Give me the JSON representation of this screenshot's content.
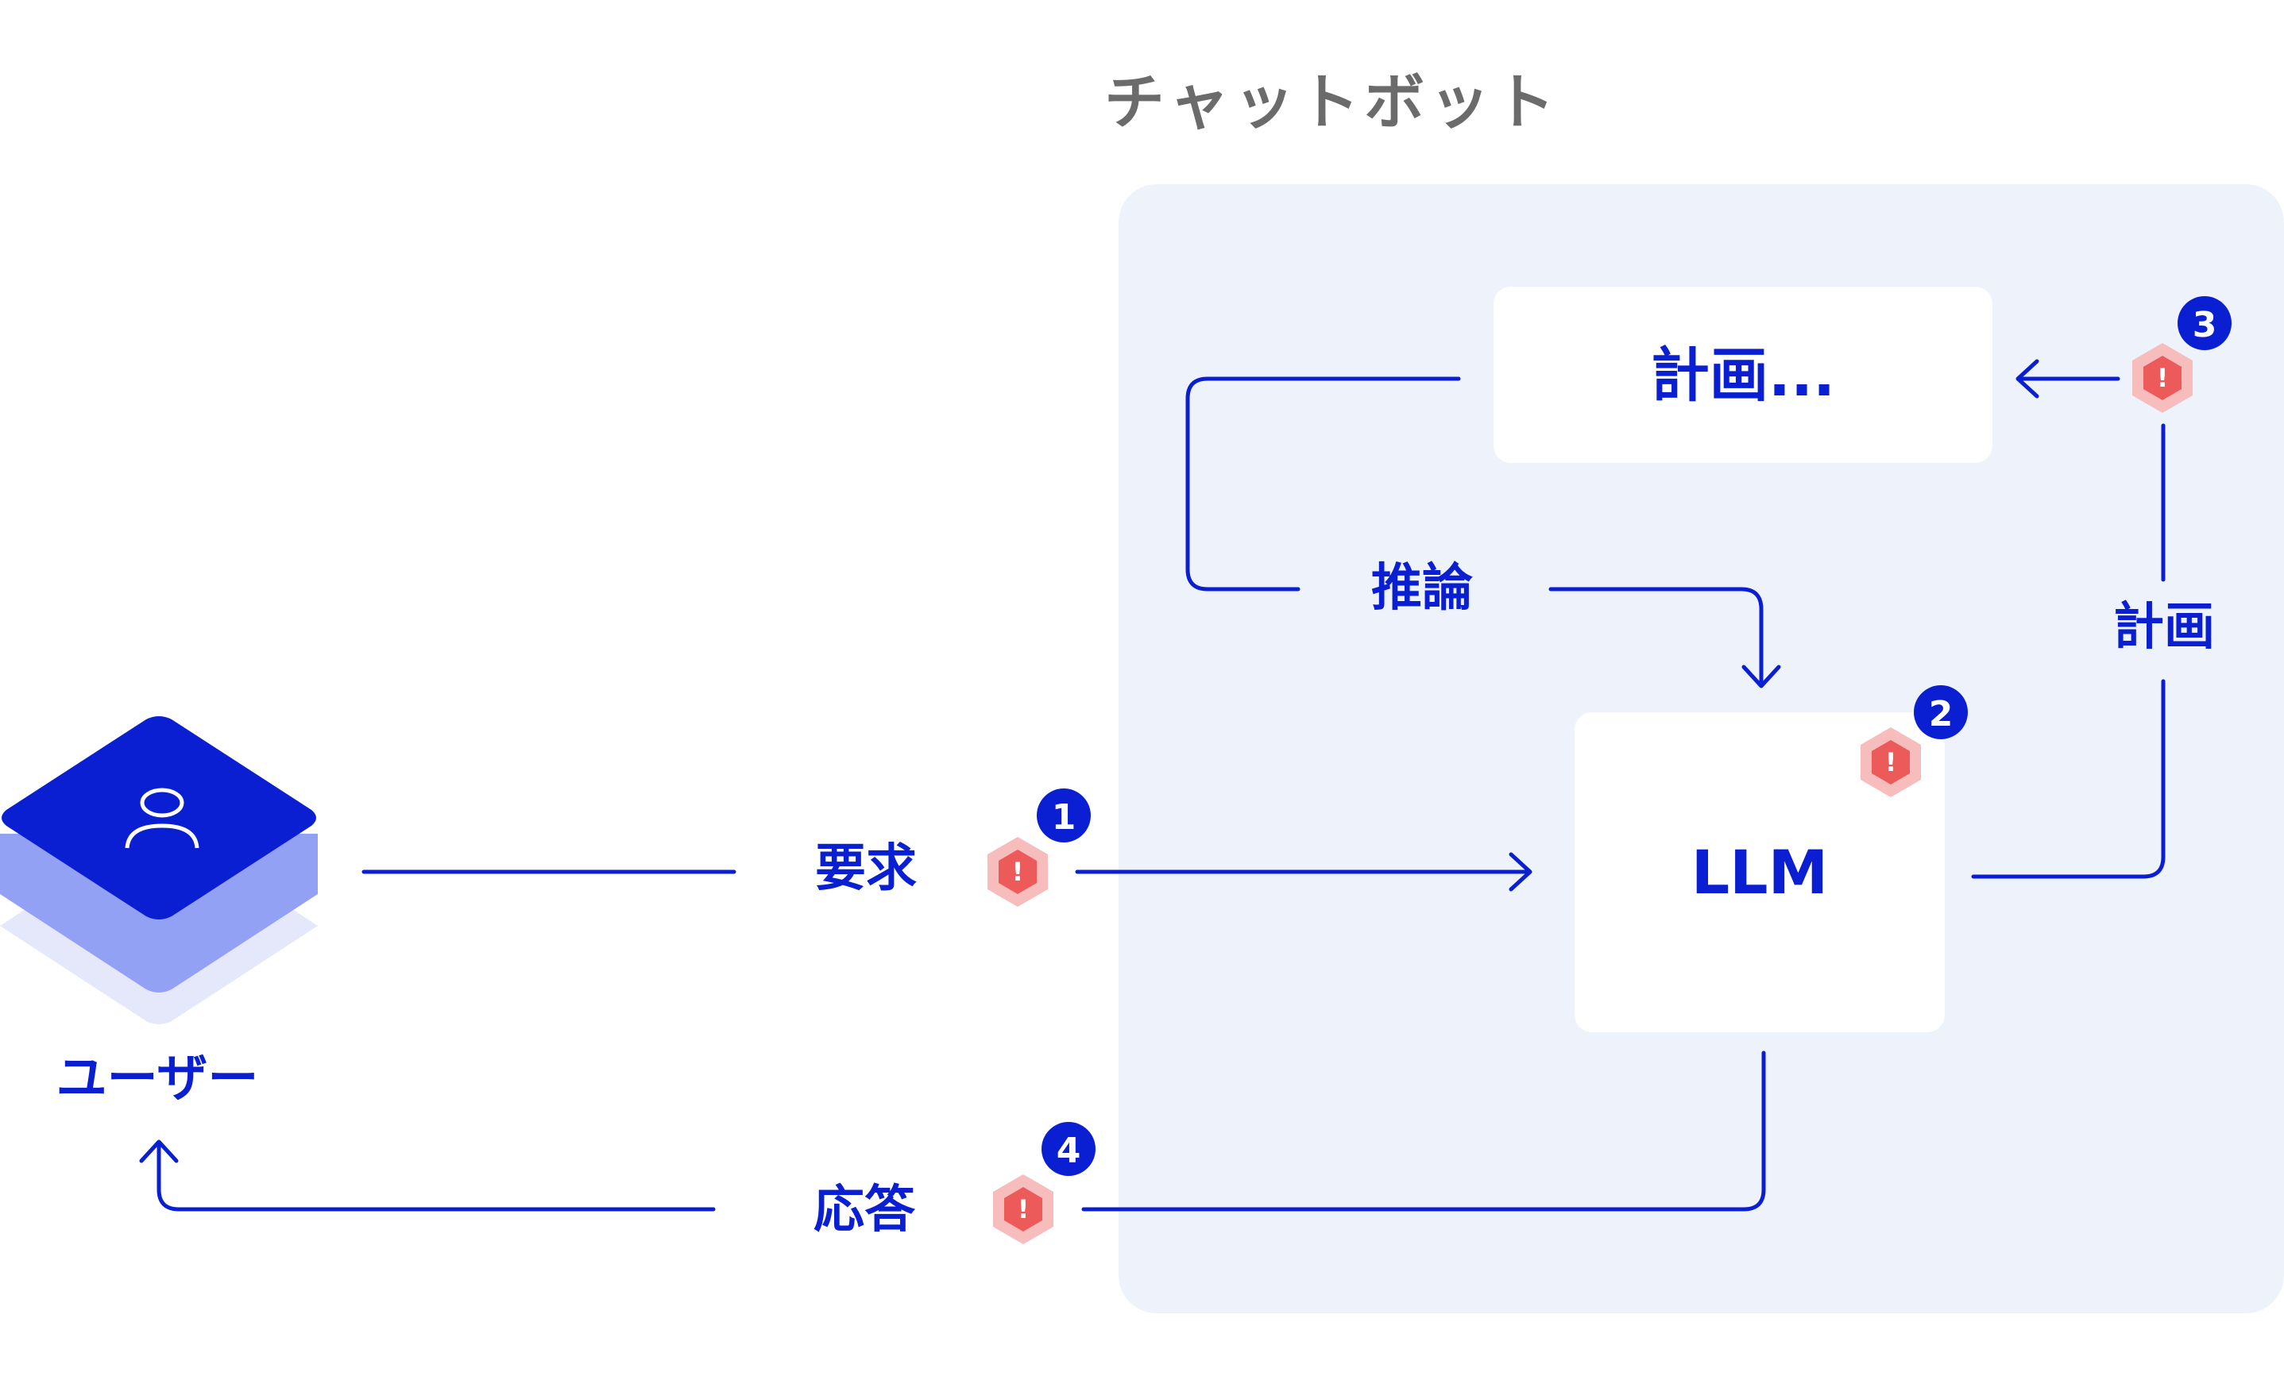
{
  "title": "チャットボット",
  "user": {
    "label": "ユーザー",
    "icon": "user-icon"
  },
  "nodes": {
    "plan_box": "計画...",
    "llm_box": "LLM"
  },
  "edges": {
    "request": "要求",
    "reasoning": "推論",
    "plan": "計画",
    "response": "応答"
  },
  "badges": [
    "1",
    "2",
    "3",
    "4"
  ],
  "warning_icon": "!",
  "colors": {
    "primary": "#0a1fd1",
    "container": "#eef3fb",
    "warning": "#ec5a5a",
    "warning_halo": "#f7bcbc",
    "title_gray": "#6b6b6b"
  }
}
